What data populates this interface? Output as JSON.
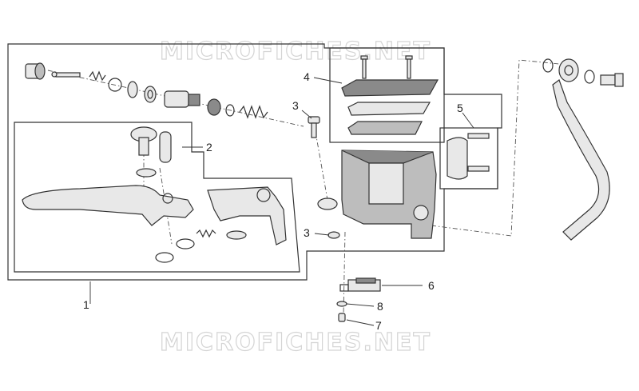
{
  "watermarks": {
    "top": "MICROFICHES.NET",
    "bottom": "MICROFICHES.NET"
  },
  "callouts": {
    "c1": "1",
    "c2": "2",
    "c3a": "3",
    "c3b": "3",
    "c4": "4",
    "c5": "5",
    "c6": "6",
    "c7": "7",
    "c8": "8"
  },
  "colors": {
    "line": "#333333",
    "fill_light": "#e8e8e8",
    "fill_dark": "#8a8a8a",
    "watermark": "#d4d4d4"
  }
}
